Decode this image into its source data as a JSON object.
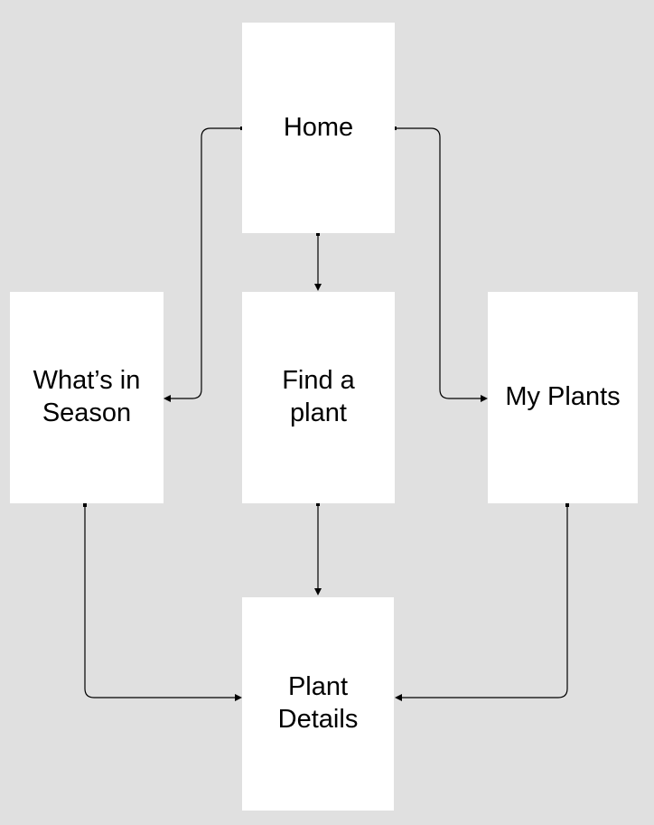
{
  "colors": {
    "background": "#e0e0e0",
    "node_fill": "#ffffff",
    "text": "#000000",
    "connector": "#000000"
  },
  "diagram": {
    "type": "flowchart",
    "nodes": [
      {
        "id": "home",
        "label": "Home"
      },
      {
        "id": "whats-in-season",
        "label": "What’s in\nSeason"
      },
      {
        "id": "find-a-plant",
        "label": "Find a\nplant"
      },
      {
        "id": "my-plants",
        "label": "My Plants"
      },
      {
        "id": "plant-details",
        "label": "Plant\nDetails"
      }
    ],
    "edges": [
      {
        "from": "home",
        "to": "whats-in-season"
      },
      {
        "from": "home",
        "to": "find-a-plant"
      },
      {
        "from": "home",
        "to": "my-plants"
      },
      {
        "from": "whats-in-season",
        "to": "plant-details"
      },
      {
        "from": "find-a-plant",
        "to": "plant-details"
      },
      {
        "from": "my-plants",
        "to": "plant-details"
      }
    ]
  }
}
